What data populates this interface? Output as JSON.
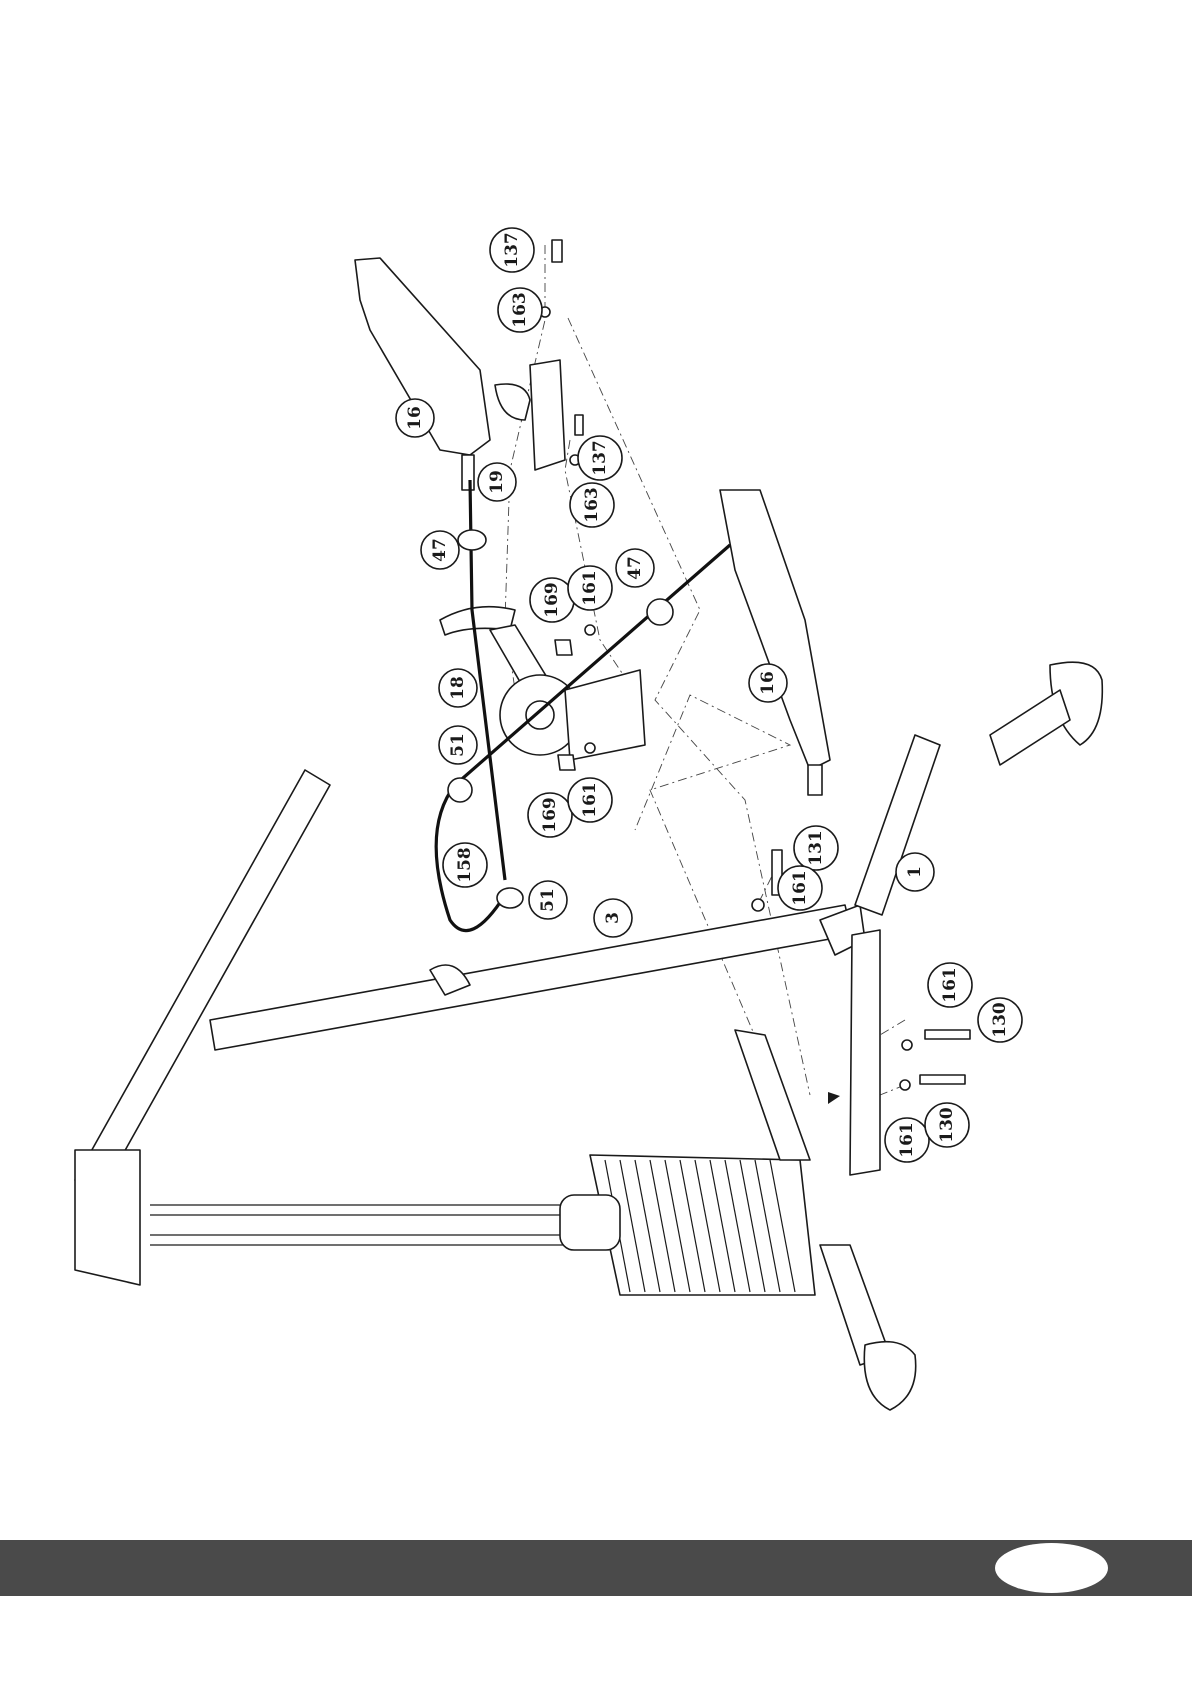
{
  "diagram": {
    "callouts": [
      {
        "id": "c137a",
        "label": "137"
      },
      {
        "id": "c163a",
        "label": "163"
      },
      {
        "id": "c16a",
        "label": "16"
      },
      {
        "id": "c19",
        "label": "19"
      },
      {
        "id": "c137b",
        "label": "137"
      },
      {
        "id": "c163b",
        "label": "163"
      },
      {
        "id": "c47a",
        "label": "47"
      },
      {
        "id": "c169a",
        "label": "169"
      },
      {
        "id": "c161a",
        "label": "161"
      },
      {
        "id": "c47b",
        "label": "47"
      },
      {
        "id": "c18",
        "label": "18"
      },
      {
        "id": "c16b",
        "label": "16"
      },
      {
        "id": "c51a",
        "label": "51"
      },
      {
        "id": "c169b",
        "label": "169"
      },
      {
        "id": "c161b",
        "label": "161"
      },
      {
        "id": "c158",
        "label": "158"
      },
      {
        "id": "c131",
        "label": "131"
      },
      {
        "id": "c161c",
        "label": "161"
      },
      {
        "id": "c51b",
        "label": "51"
      },
      {
        "id": "c3",
        "label": "3"
      },
      {
        "id": "c1",
        "label": "1"
      },
      {
        "id": "c161d",
        "label": "161"
      },
      {
        "id": "c130a",
        "label": "130"
      },
      {
        "id": "c161e",
        "label": "161"
      },
      {
        "id": "c130b",
        "label": "130"
      }
    ]
  },
  "footer": {
    "page_number": ""
  }
}
